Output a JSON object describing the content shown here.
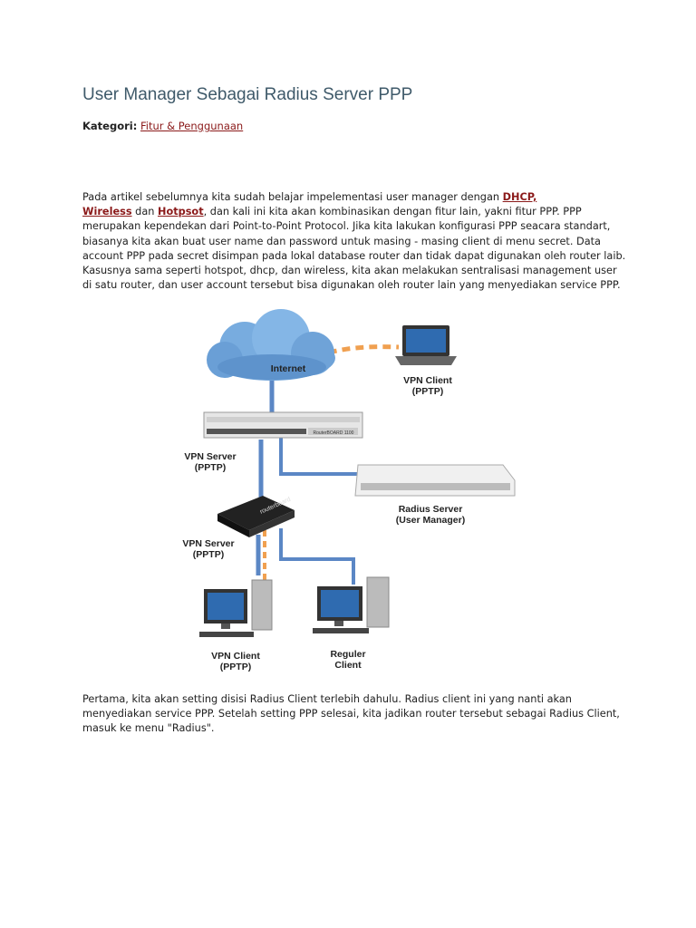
{
  "article": {
    "title": "User Manager Sebagai Radius Server PPP",
    "category_label": "Kategori:",
    "category_link": "Fitur & Penggunaan",
    "intro": {
      "t1": "Pada artikel sebelumnya kita sudah belajar impelementasi user manager dengan ",
      "link_dhcp": "DHCP,",
      "link_wireless": "Wireless",
      "t2": " dan ",
      "link_hotspot": "Hotpsot",
      "t3": ", dan kali ini kita akan kombinasikan dengan fitur lain, yakni fitur PPP. PPP merupakan kependekan dari Point-to-Point Protocol. Jika kita lakukan konfigurasi PPP seacara standart, biasanya kita akan buat user name dan password untuk masing - masing client di menu secret. Data account PPP pada secret disimpan pada lokal database router dan tidak dapat digunakan oleh router laib. Kasusnya sama seperti hotspot, dhcp, dan wireless, kita akan melakukan sentralisasi management user di satu router, dan user account tersebut bisa digunakan oleh router lain yang menyediakan service PPP."
    },
    "outro": "Pertama, kita akan setting disisi Radius Client terlebih dahulu. Radius client ini yang nanti akan menyediakan service PPP. Setelah setting PPP selesai, kita jadikan router tersebut sebagai Radius Client, masuk ke menu \"Radius\"."
  },
  "diagram": {
    "internet": "Internet",
    "vpn_client_top": {
      "line1": "VPN Client",
      "line2": "(PPTP)"
    },
    "vpn_server_main": {
      "line1": "VPN Server",
      "line2": "(PPTP)"
    },
    "radius_server": {
      "line1": "Radius Server",
      "line2": "(User Manager)"
    },
    "vpn_server_small": {
      "line1": "VPN Server",
      "line2": "(PPTP)"
    },
    "vpn_client_bottom": {
      "line1": "VPN Client",
      "line2": "(PPTP)"
    },
    "reguler_client": {
      "line1": "Reguler",
      "line2": "Client"
    },
    "router_brand": "RouterBOARD 1100",
    "small_router_brand": "routerboard"
  },
  "colors": {
    "title": "#3f5a6a",
    "link": "#8b1a1a",
    "cloud": "#6fa3d8",
    "cable_blue": "#5b87c5",
    "cable_orange": "#f0a050"
  }
}
